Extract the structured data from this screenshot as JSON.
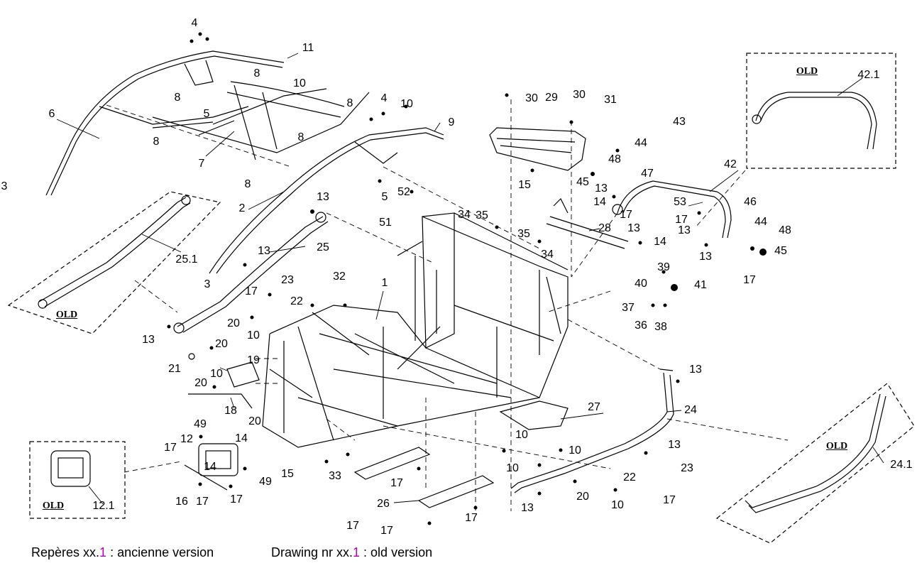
{
  "part_labels": {
    "p1": "1",
    "p2": "2",
    "p3a": "3",
    "p3b": "3",
    "p4a": "4",
    "p4b": "4",
    "p5a": "5",
    "p5b": "5",
    "p6": "6",
    "p7": "7",
    "p8a": "8",
    "p8b": "8",
    "p8c": "8",
    "p8d": "8",
    "p8e": "8",
    "p9": "9",
    "p10a": "10",
    "p10b": "10",
    "p10c": "10",
    "p10d": "10",
    "p10e": "10",
    "p10f": "10",
    "p10g": "10",
    "p10h": "10",
    "p11": "11",
    "p12": "12",
    "p12_1": "12.1",
    "p13a": "13",
    "p13b": "13",
    "p13c": "13",
    "p13d": "13",
    "p13e": "13",
    "p13f": "13",
    "p13g": "13",
    "p13h": "13",
    "p13i": "13",
    "p13j": "13",
    "p14a": "14",
    "p14b": "14",
    "p14c": "14",
    "p14d": "14",
    "p15a": "15",
    "p15b": "15",
    "p16": "16",
    "p17a": "17",
    "p17b": "17",
    "p17c": "17",
    "p17d": "17",
    "p17e": "17",
    "p17f": "17",
    "p17g": "17",
    "p17h": "17",
    "p17i": "17",
    "p17j": "17",
    "p17k": "17",
    "p17l": "17",
    "p18": "18",
    "p19": "19",
    "p20a": "20",
    "p20b": "20",
    "p20c": "20",
    "p20d": "20",
    "p20e": "20",
    "p21": "21",
    "p22a": "22",
    "p22b": "22",
    "p23a": "23",
    "p23b": "23",
    "p24": "24",
    "p24_1": "24.1",
    "p25": "25",
    "p25_1": "25.1",
    "p26": "26",
    "p27": "27",
    "p28": "28",
    "p29": "29",
    "p30a": "30",
    "p30b": "30",
    "p31": "31",
    "p32": "32",
    "p33": "33",
    "p34a": "34",
    "p34b": "34",
    "p35a": "35",
    "p35b": "35",
    "p36": "36",
    "p37": "37",
    "p38": "38",
    "p39": "39",
    "p40": "40",
    "p41": "41",
    "p42": "42",
    "p42_1": "42.1",
    "p43": "43",
    "p44a": "44",
    "p44b": "44",
    "p45a": "45",
    "p45b": "45",
    "p46": "46",
    "p47": "47",
    "p48a": "48",
    "p48b": "48",
    "p49a": "49",
    "p49b": "49",
    "p51": "51",
    "p52": "52",
    "p53": "53"
  },
  "old_labels": {
    "old_42": "OLD",
    "old_25": "OLD",
    "old_12": "OLD",
    "old_24": "OLD"
  },
  "legend": {
    "fr_prefix": "Repères xx.",
    "fr_version": "1",
    "fr_suffix": " : ancienne version",
    "en_prefix": "Drawing nr xx.",
    "en_version": "1",
    "en_suffix": " : old version"
  }
}
